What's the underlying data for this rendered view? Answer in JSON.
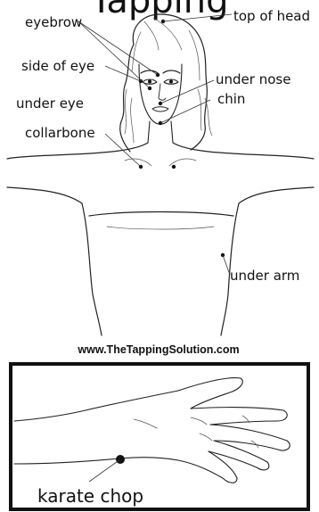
{
  "title": "Tapping",
  "points": {
    "eyebrow": "eyebrow",
    "top_of_head": "top of head",
    "side_of_eye": "side of eye",
    "under_nose": "under nose",
    "under_eye": "under eye",
    "chin": "chin",
    "collarbone": "collarbone",
    "under_arm": "under arm",
    "karate_chop": "karate chop"
  },
  "website": "www.TheTappingSolution.com",
  "colors": {
    "ink": "#111111",
    "background": "#ffffff"
  }
}
